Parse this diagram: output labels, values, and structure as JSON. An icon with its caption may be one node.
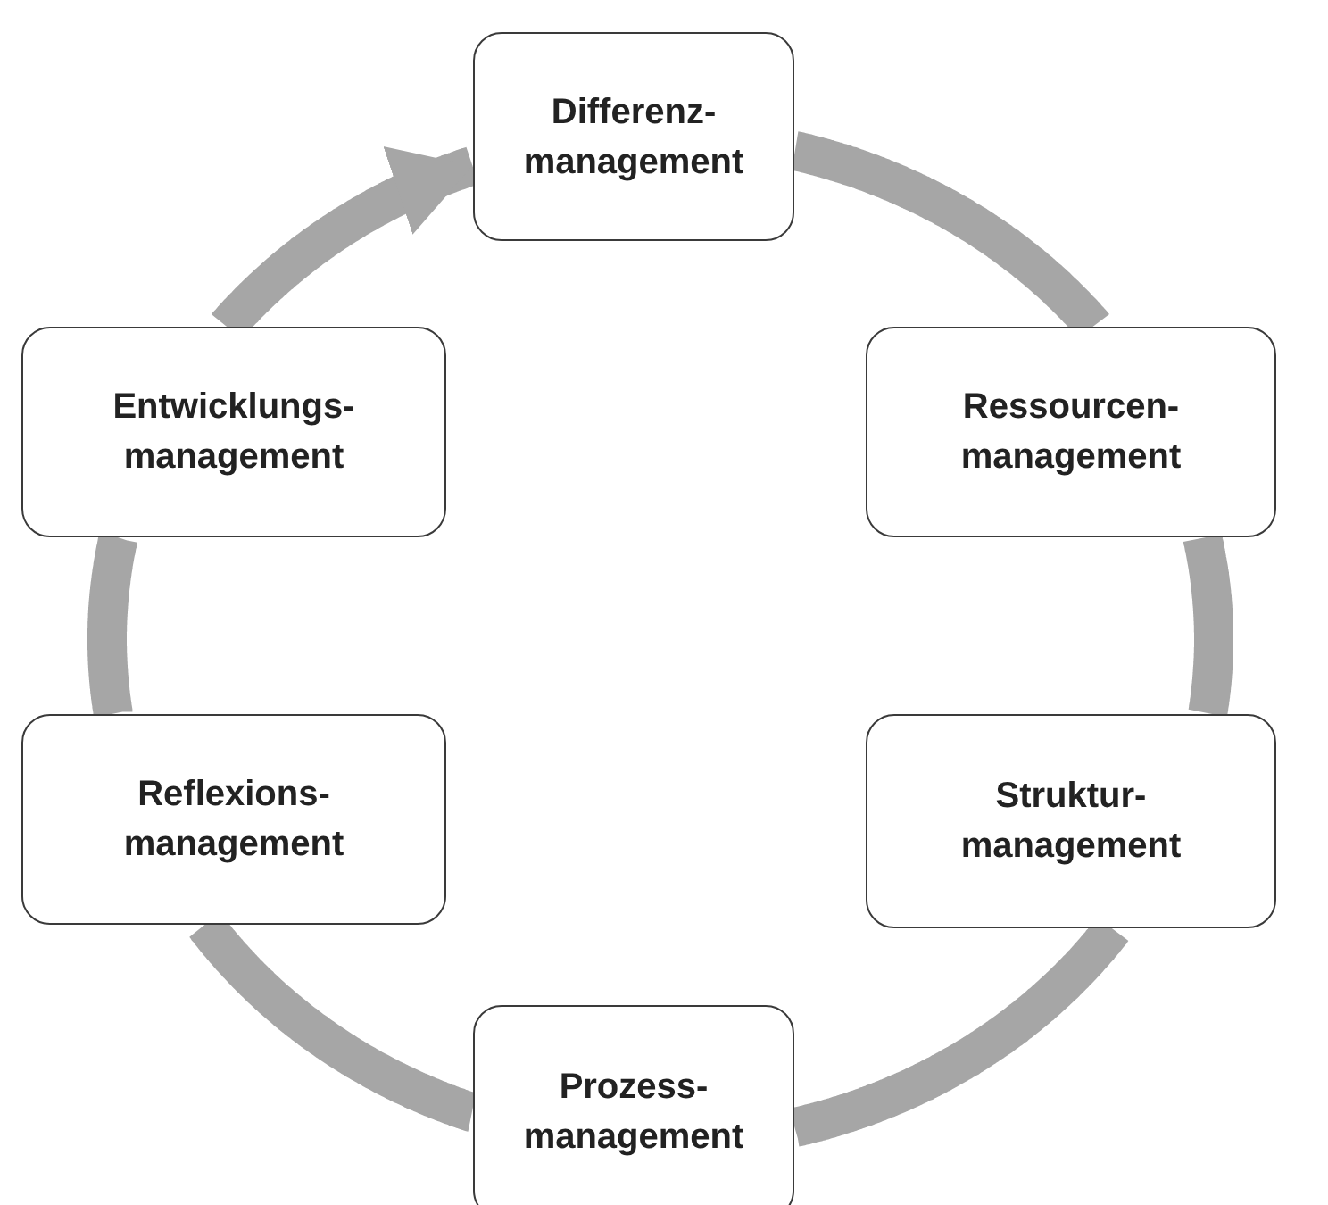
{
  "diagram": {
    "nodes": [
      {
        "text": [
          "Differenz- management"
        ]
      },
      {
        "text": [
          "Ressourcen- management"
        ]
      },
      {
        "text": [
          "Struktur- management"
        ]
      },
      {
        "text": [
          "Prozess- management"
        ]
      },
      {
        "text": [
          "Reflexions- management"
        ]
      },
      {
        "text": [
          "Entwicklungs- management"
        ]
      }
    ],
    "edges": [
      {
        "from": 0,
        "to": 1,
        "arrow": "none"
      },
      {
        "from": 1,
        "to": 2,
        "arrow": "none"
      },
      {
        "from": 2,
        "to": 3,
        "arrow": "none"
      },
      {
        "from": 3,
        "to": 4,
        "arrow": "none"
      },
      {
        "from": 4,
        "to": 5,
        "arrow": "none"
      },
      {
        "from": 5,
        "to": 0,
        "arrow": "to"
      }
    ]
  }
}
